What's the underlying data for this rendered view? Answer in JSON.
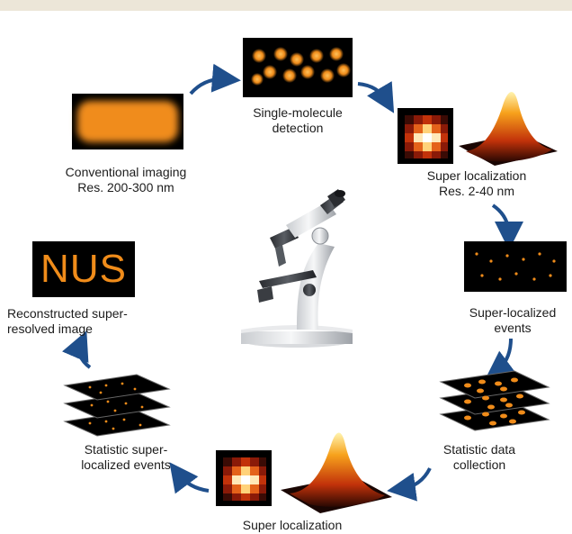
{
  "stages": {
    "conventional": [
      "Conventional imaging",
      "Res. 200-300 nm"
    ],
    "single_molecule": [
      "Single-molecule",
      "detection"
    ],
    "super_localization_top": [
      "Super localization",
      "Res. 2-40 nm"
    ],
    "super_localized_events": [
      "Super-localized",
      "events"
    ],
    "statistic_data": [
      "Statistic data",
      "collection"
    ],
    "super_localization_bottom": [
      "Super localization"
    ],
    "statistic_super_localized": [
      "Statistic super-",
      "localized events"
    ],
    "reconstructed": [
      "Reconstructed super-",
      "resolved image"
    ]
  },
  "reconstructed_image_text": "NUS",
  "colors": {
    "arrow": "#1f4f8c",
    "emitter": "#f08c1a",
    "panel": "#000000"
  },
  "icons": [
    "microscope-icon",
    "gaussian-peak-icon",
    "flow-arrow-icon"
  ]
}
